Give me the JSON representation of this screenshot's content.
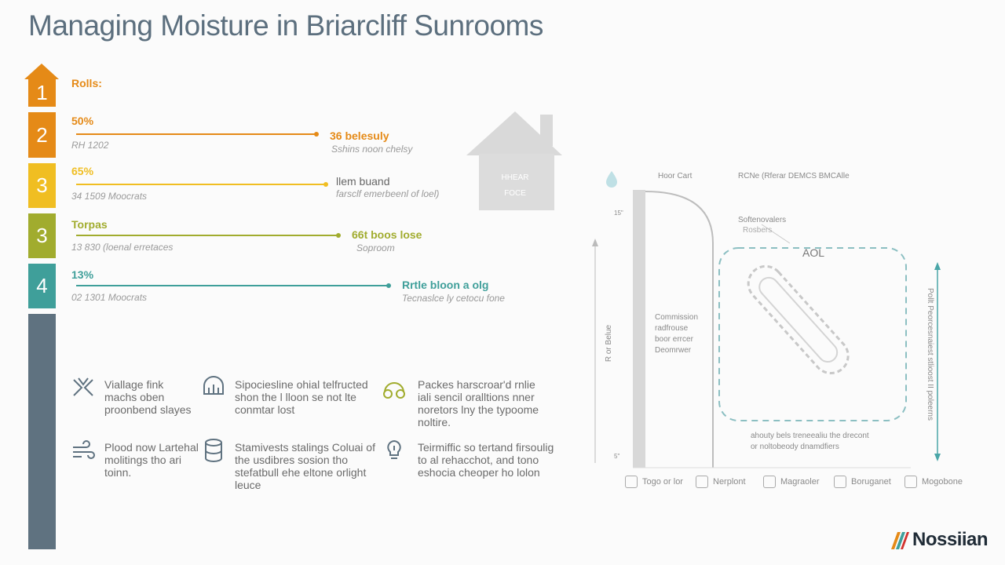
{
  "title": "Managing Moisture in Briarcliff Sunrooms",
  "levels": [
    {
      "num": "1",
      "label": "Rolls:",
      "sub": "",
      "end_label": "",
      "end_sub": "",
      "color": "#e58a17"
    },
    {
      "num": "2",
      "label": "50%",
      "sub": "RH 1202",
      "end_label": "36 belesuly",
      "end_sub": "Sshins noon chelsy",
      "color": "#e58a17"
    },
    {
      "num": "3",
      "label": "65%",
      "sub": "34 1509 Moocrats",
      "end_label": "llem buand",
      "end_sub": "farsclf emerbeenl of loel)",
      "color": "#f0be22"
    },
    {
      "num": "3",
      "label": "Torpas",
      "sub": "13 830 (loenal erretaces",
      "end_label": "66t boos lose",
      "end_sub": "Soproom",
      "color": "#a1ac2e"
    },
    {
      "num": "4",
      "label": "13%",
      "sub": "02 1301 Moocrats",
      "end_label": "Rrtle bloon a olg",
      "end_sub": "Tecnaslce ly cetocu fone",
      "color": "#3f9f9a"
    }
  ],
  "house": {
    "line1": "HHEAR",
    "line2": "FOCE"
  },
  "tips": [
    {
      "icon": "fan-icon",
      "text": "Viallage fink machs oben proonbend slayes"
    },
    {
      "icon": "arch-icon",
      "text": "Sipociesline ohial telfructed shon the l lloon se not lte conmtar lost"
    },
    {
      "icon": "headphones-icon",
      "text": "Packes harscroar'd rnlie iali sencil oralltions nner noretors lny the typoome noltire."
    },
    {
      "icon": "wind-icon",
      "text": "Plood now Lartehal molitings tho ari toinn."
    },
    {
      "icon": "cylinder-icon",
      "text": "Stamivests stalings Coluai of the usdibres sosion tho stefatbull ehe eltone orlight leuce"
    },
    {
      "icon": "lightbulb-icon",
      "text": "Teirmiffic so tertand firsoulig to al rehacchot, and tono eshocia cheoper ho lolon"
    }
  ],
  "chart": {
    "drop_icon": "water-drop-icon",
    "header_left": "Hoor Cart",
    "header_right": "RCNe (Rferar DEMCS BMCAlle",
    "y_top": "15\"",
    "y_bottom": "5\"",
    "y_axis": "R or Belue",
    "softener_label": "Softenovalers",
    "softener_sub": "Rosbers",
    "zone_label": "AOL",
    "left_note": [
      "Commission",
      "radfrouse",
      "boor errcer",
      "Deomrwer"
    ],
    "right_axis": "Pollt Peorcesnaiest stlioost II poleerns",
    "bottom_note_1": "ahouty bels treneealiu the drecont",
    "bottom_note_2": "or noltobeody dnamdfiers",
    "legend": [
      "Togo or lor",
      "Nerplont",
      "Magraoler",
      "Boruganet",
      "Mogobone"
    ]
  },
  "logo": "Nossiian"
}
